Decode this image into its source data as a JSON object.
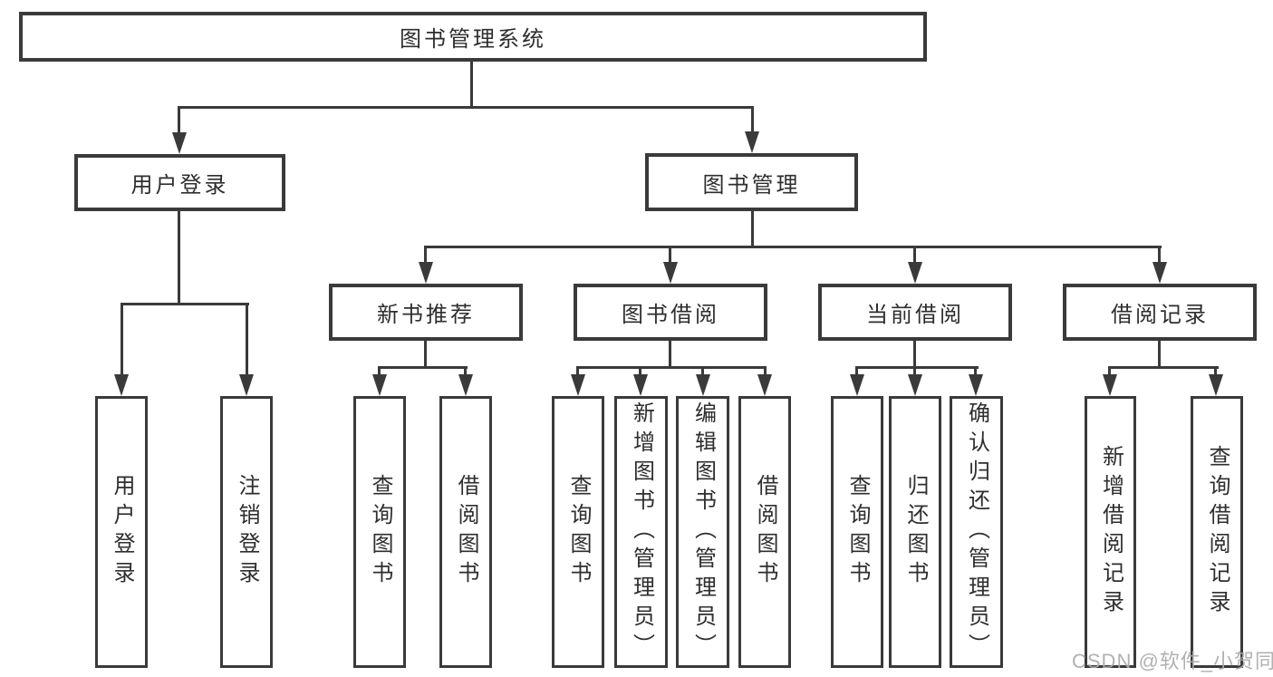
{
  "diagram": {
    "title_node": "图书管理系统",
    "level2": [
      {
        "label": "用户登录"
      },
      {
        "label": "图书管理"
      }
    ],
    "level3": [
      {
        "label": "新书推荐",
        "parent": "图书管理"
      },
      {
        "label": "图书借阅",
        "parent": "图书管理"
      },
      {
        "label": "当前借阅",
        "parent": "图书管理"
      },
      {
        "label": "借阅记录",
        "parent": "图书管理"
      }
    ],
    "leaves": [
      {
        "label": "用户登录",
        "parent": "用户登录"
      },
      {
        "label": "注销登录",
        "parent": "用户登录"
      },
      {
        "label": "查询图书",
        "parent": "新书推荐"
      },
      {
        "label": "借阅图书",
        "parent": "新书推荐"
      },
      {
        "label": "查询图书",
        "parent": "图书借阅"
      },
      {
        "label": "新增图书（管理员）",
        "parent": "图书借阅"
      },
      {
        "label": "编辑图书（管理员）",
        "parent": "图书借阅"
      },
      {
        "label": "借阅图书",
        "parent": "图书借阅"
      },
      {
        "label": "查询图书",
        "parent": "当前借阅"
      },
      {
        "label": "归还图书",
        "parent": "当前借阅"
      },
      {
        "label": "确认归还（管理员）",
        "parent": "当前借阅"
      },
      {
        "label": "新增借阅记录",
        "parent": "借阅记录"
      },
      {
        "label": "查询借阅记录",
        "parent": "借阅记录"
      }
    ]
  },
  "watermark": {
    "text": "CSDN @软件_小贺同学"
  },
  "colors": {
    "line": "#3a3a3a",
    "text": "#2e2e2e",
    "background": "#ffffff",
    "watermark": "#ababab"
  }
}
